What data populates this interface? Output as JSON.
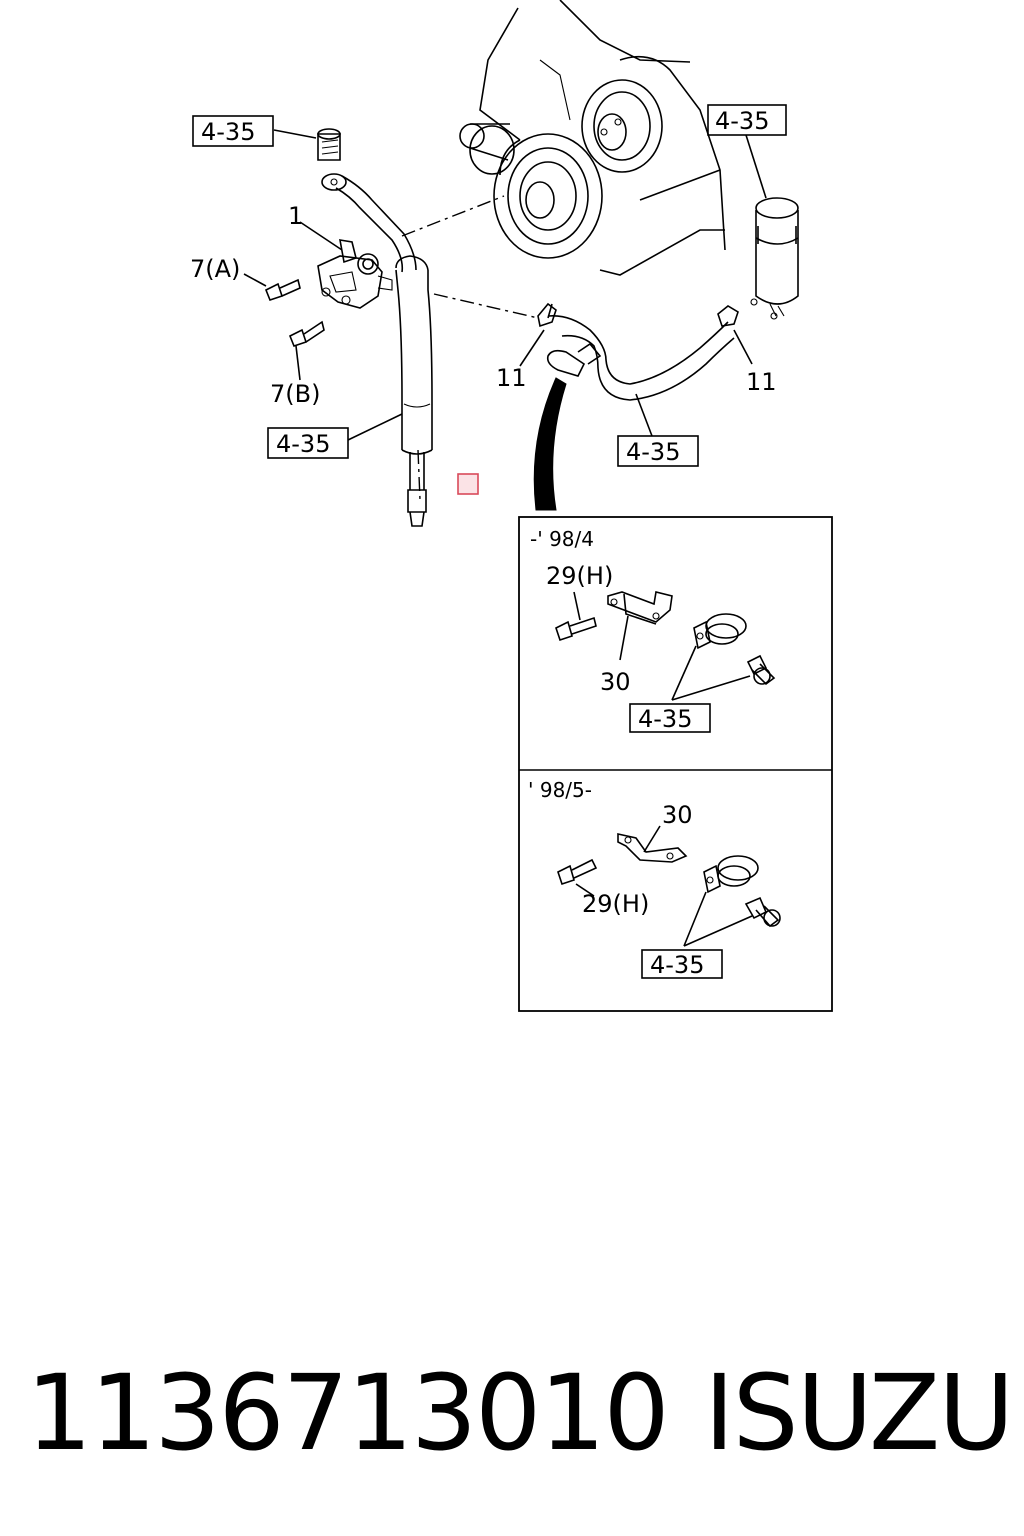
{
  "callouts": {
    "ref_top_left": "4-35",
    "ref_top_right": "4-35",
    "ref_hose_left": "4-35",
    "ref_hose_right": "4-35",
    "part_1": "1",
    "part_7a": "7(A)",
    "part_7b": "7(B)",
    "part_11_left": "11",
    "part_11_right": "11"
  },
  "inset_top": {
    "date_range": "-' 98/4",
    "bolt_label": "29(H)",
    "bracket_label": "30",
    "ref": "4-35"
  },
  "inset_bottom": {
    "date_range": "' 98/5-",
    "bolt_label": "29(H)",
    "bracket_label": "30",
    "ref": "4-35"
  },
  "footer": {
    "part_number": "1136713010",
    "brand": "ISUZU"
  }
}
